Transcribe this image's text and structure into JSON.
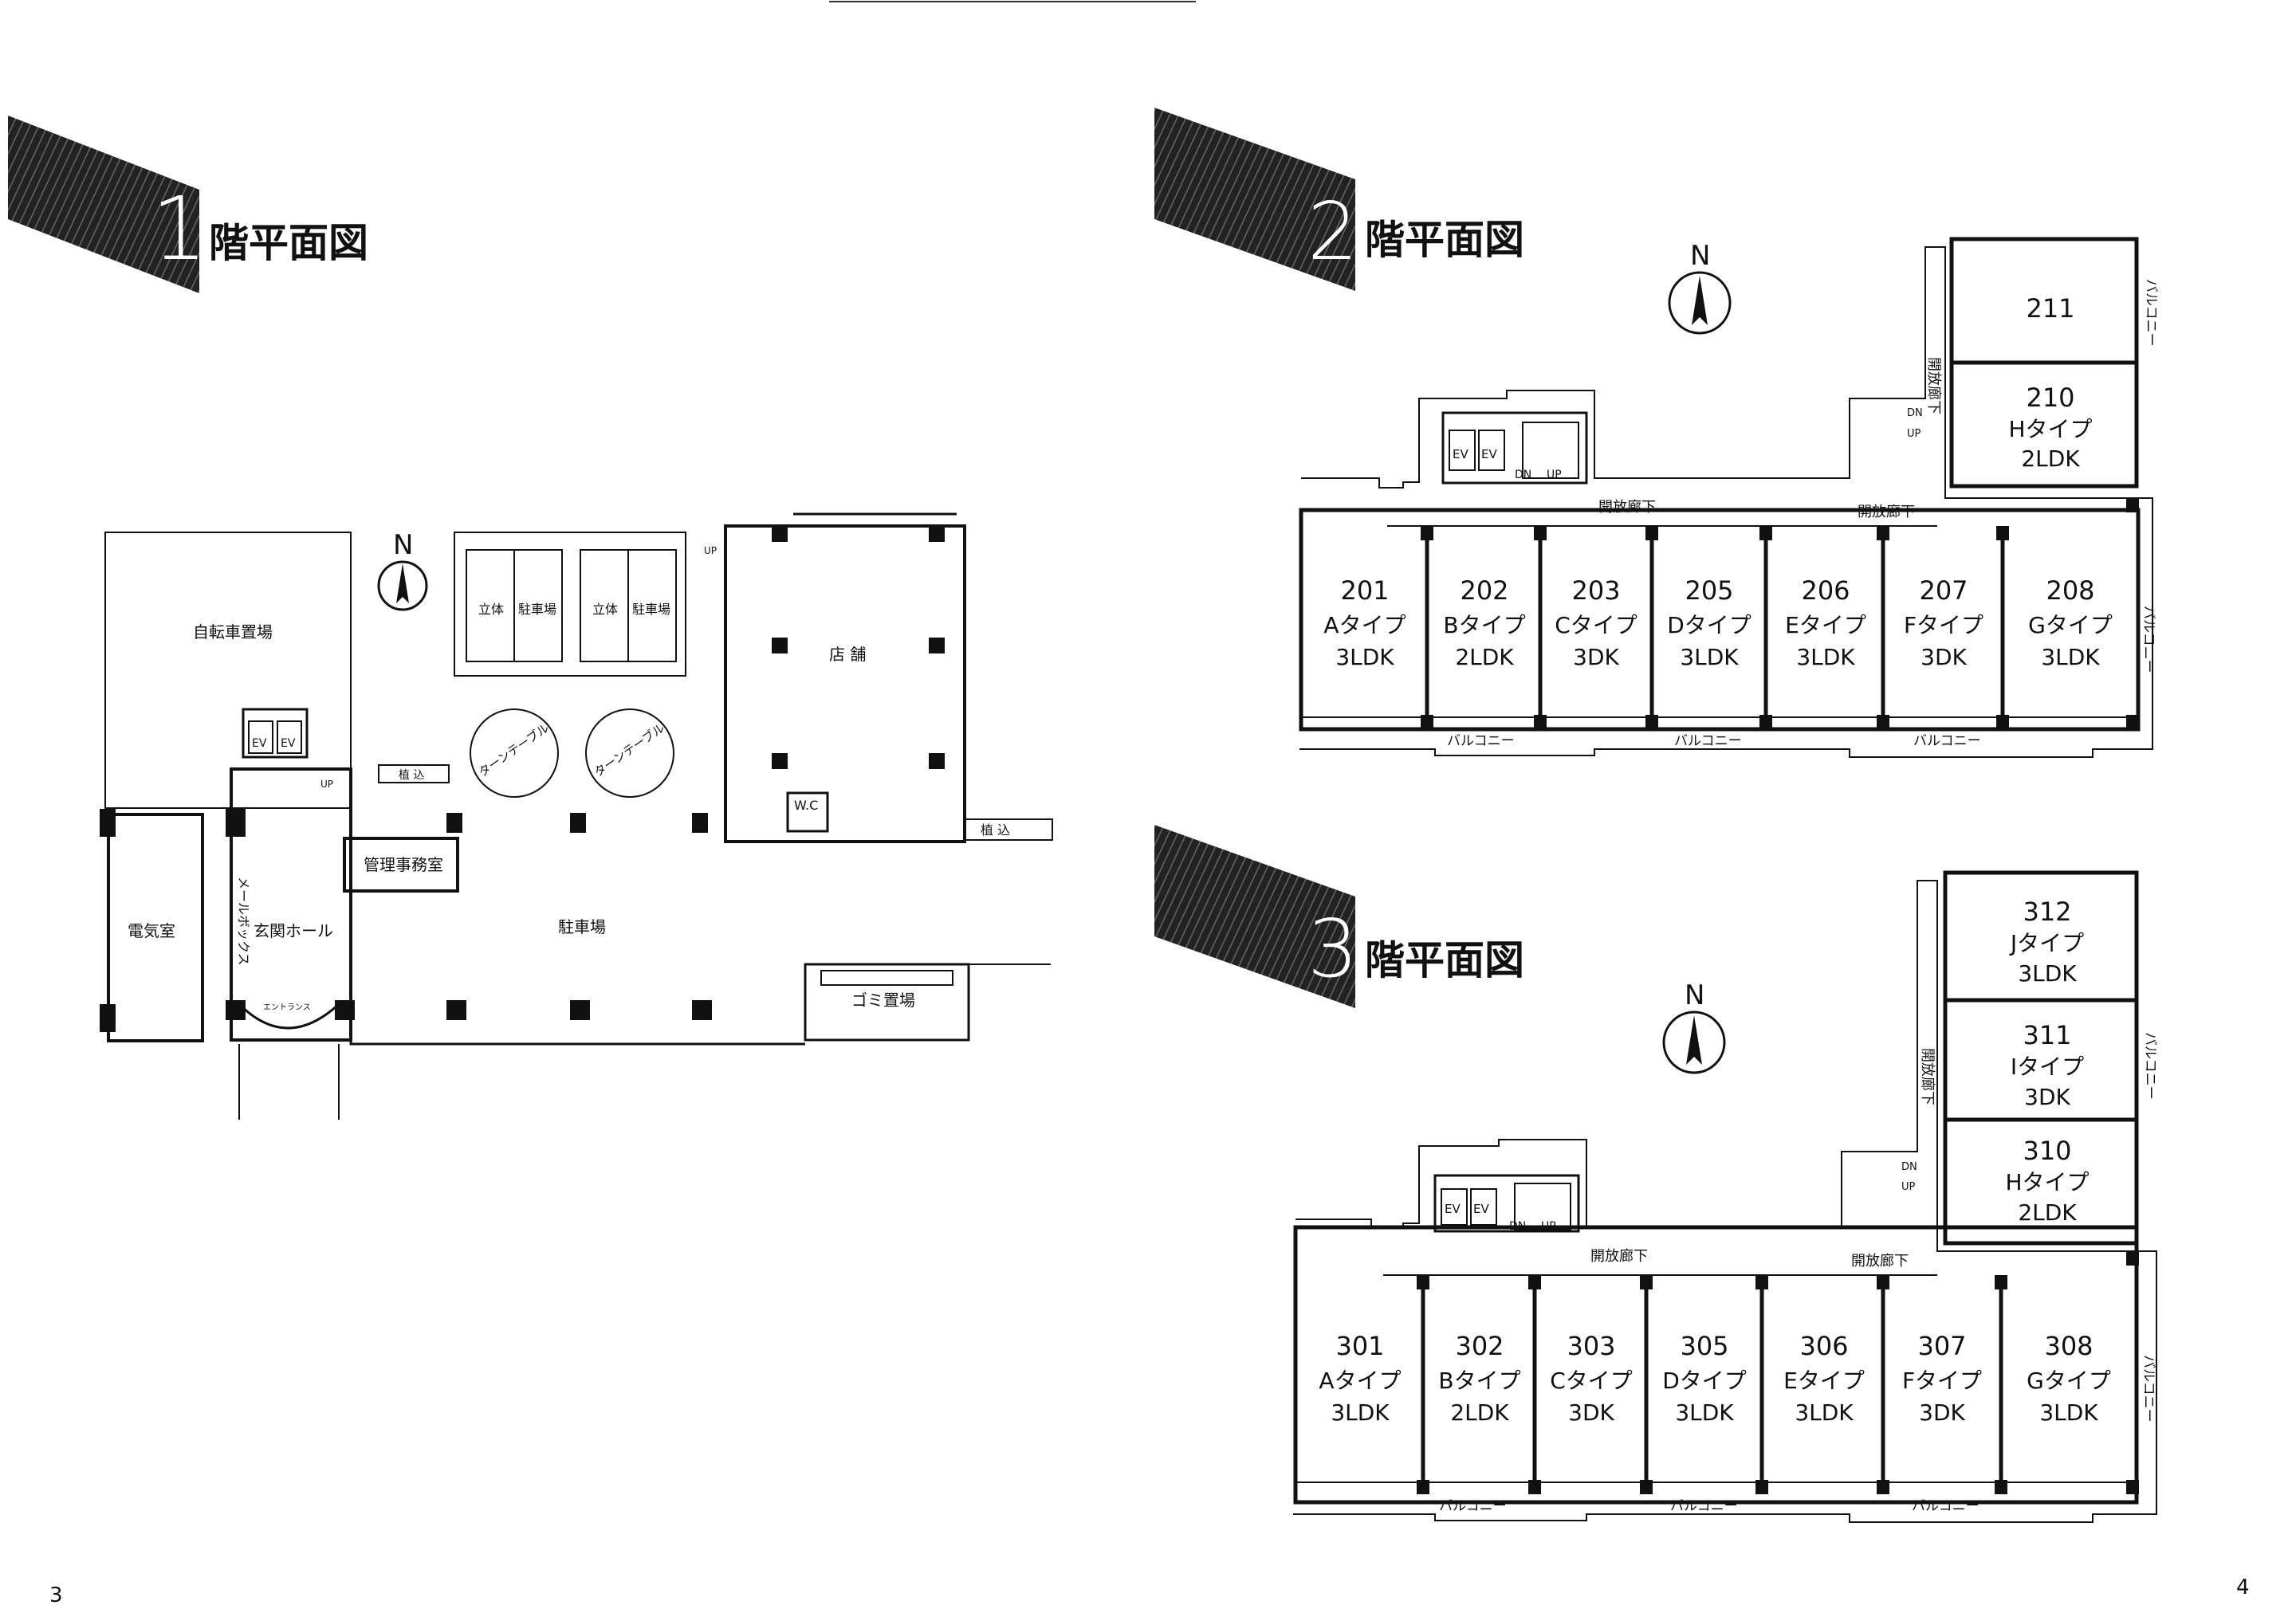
{
  "page_numbers": {
    "left": "3",
    "right": "4"
  },
  "floor1": {
    "number": "1",
    "title": "階平面図",
    "north": "N",
    "rooms": {
      "bicycle": "自転車置場",
      "electric": "電気室",
      "ev1": "EV",
      "ev2": "EV",
      "up": "UP",
      "up2": "UP",
      "office": "管理事務室",
      "mailbox": "メールボックス",
      "entrance": "玄関ホール",
      "parking": "駐車場",
      "shop": "店 舗",
      "wc": "W.C",
      "garbage": "ゴミ置場",
      "planter1": "植 込",
      "planter2": "植 込",
      "entry_mark": "エントランス",
      "mech1": "立体",
      "mech1b": "駐車場",
      "mech2": "立体",
      "mech2b": "駐車場",
      "turn1": "ターンテーブル",
      "turn2": "ターンテーブル"
    }
  },
  "floor2": {
    "number": "2",
    "title": "階平面図",
    "north": "N",
    "corridor1": "開放廊下",
    "corridor2": "開放廊下",
    "corridor_v": "開放廊下",
    "balcony": "バルコニー",
    "dn": "DN",
    "up": "UP",
    "ev": "EV",
    "units": [
      {
        "no": "201",
        "type": "Aタイプ",
        "plan": "3LDK"
      },
      {
        "no": "202",
        "type": "Bタイプ",
        "plan": "2LDK"
      },
      {
        "no": "203",
        "type": "Cタイプ",
        "plan": "3DK"
      },
      {
        "no": "205",
        "type": "Dタイプ",
        "plan": "3LDK"
      },
      {
        "no": "206",
        "type": "Eタイプ",
        "plan": "3LDK"
      },
      {
        "no": "207",
        "type": "Fタイプ",
        "plan": "3DK"
      },
      {
        "no": "208",
        "type": "Gタイプ",
        "plan": "3LDK"
      }
    ],
    "upper_units": [
      {
        "no": "211",
        "type": "",
        "plan": ""
      },
      {
        "no": "210",
        "type": "Hタイプ",
        "plan": "2LDK"
      }
    ]
  },
  "floor3": {
    "number": "3",
    "title": "階平面図",
    "north": "N",
    "corridor1": "開放廊下",
    "corridor2": "開放廊下",
    "corridor_v": "開放廊下",
    "balcony": "バルコニー",
    "dn": "DN",
    "up": "UP",
    "ev": "EV",
    "units": [
      {
        "no": "301",
        "type": "Aタイプ",
        "plan": "3LDK"
      },
      {
        "no": "302",
        "type": "Bタイプ",
        "plan": "2LDK"
      },
      {
        "no": "303",
        "type": "Cタイプ",
        "plan": "3DK"
      },
      {
        "no": "305",
        "type": "Dタイプ",
        "plan": "3LDK"
      },
      {
        "no": "306",
        "type": "Eタイプ",
        "plan": "3LDK"
      },
      {
        "no": "307",
        "type": "Fタイプ",
        "plan": "3DK"
      },
      {
        "no": "308",
        "type": "Gタイプ",
        "plan": "3LDK"
      }
    ],
    "upper_units": [
      {
        "no": "312",
        "type": "Jタイプ",
        "plan": "3LDK"
      },
      {
        "no": "311",
        "type": "Iタイプ",
        "plan": "3DK"
      },
      {
        "no": "310",
        "type": "Hタイプ",
        "plan": "2LDK"
      }
    ]
  }
}
